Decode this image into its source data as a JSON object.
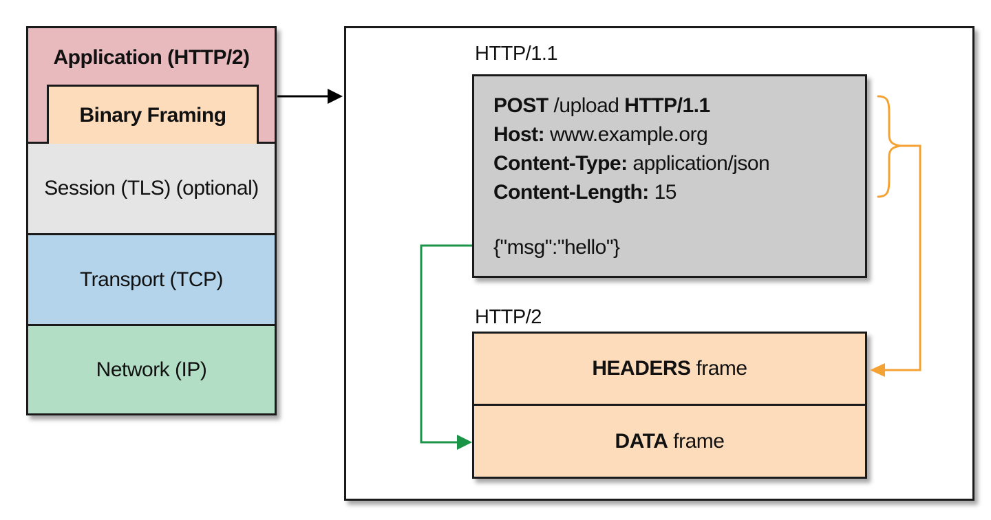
{
  "stack": {
    "application": "Application (HTTP/2)",
    "binary_framing": "Binary Framing",
    "session": "Session (TLS) (optional)",
    "transport": "Transport (TCP)",
    "network": "Network (IP)"
  },
  "http11": {
    "title": "HTTP/1.1",
    "request_line": {
      "method": "POST",
      "path": " /upload ",
      "version": "HTTP/1.1"
    },
    "headers": [
      {
        "name": "Host:",
        "value": " www.example.org"
      },
      {
        "name": "Content-Type:",
        "value": " application/json"
      },
      {
        "name": "Content-Length:",
        "value": " 15"
      }
    ],
    "body": "{\"msg\":\"hello\"}"
  },
  "http2": {
    "title": "HTTP/2",
    "headers_frame": {
      "name": "HEADERS",
      "suffix": " frame"
    },
    "data_frame": {
      "name": "DATA",
      "suffix": " frame"
    }
  },
  "colors": {
    "application": "#e8b9bd",
    "binary_framing": "#fddcbb",
    "session": "#e5e5e5",
    "transport": "#b4d4eb",
    "network": "#b2dec5",
    "http11_box": "#cccccc",
    "frame": "#fddcbb",
    "headers_connector": "#f4a233",
    "body_connector": "#1a9447"
  }
}
